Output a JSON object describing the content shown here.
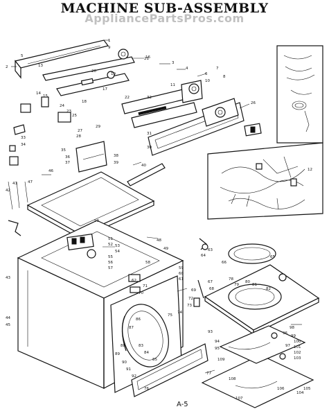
{
  "title": "MACHINE SUB-ASSEMBLY",
  "watermark": "AppliancePartsPros.com",
  "page_number": "A-5",
  "callouts": [
    "1",
    "2",
    "3",
    "4",
    "5",
    "6",
    "7",
    "8",
    "9",
    "10",
    "11",
    "12",
    "13",
    "14",
    "15",
    "16",
    "17",
    "18",
    "19",
    "20",
    "21",
    "22",
    "23",
    "24",
    "25",
    "26",
    "27",
    "28",
    "29",
    "30",
    "31",
    "32",
    "33",
    "34",
    "35",
    "36",
    "37",
    "38",
    "39",
    "40",
    "41",
    "42",
    "43",
    "44",
    "45",
    "46",
    "47",
    "48",
    "49",
    "50",
    "51",
    "52",
    "53",
    "54",
    "55",
    "56",
    "57",
    "58",
    "59",
    "60",
    "61",
    "62",
    "63",
    "64",
    "65",
    "66",
    "67",
    "68",
    "69",
    "70",
    "71",
    "72",
    "73",
    "74",
    "75",
    "76",
    "77",
    "78",
    "79",
    "80",
    "81",
    "82",
    "83",
    "84",
    "85",
    "86",
    "87",
    "88",
    "89",
    "90",
    "91",
    "92",
    "93",
    "94",
    "95",
    "96",
    "97",
    "98",
    "99",
    "100",
    "101",
    "102",
    "103",
    "104",
    "105",
    "106",
    "107",
    "108",
    "109"
  ]
}
